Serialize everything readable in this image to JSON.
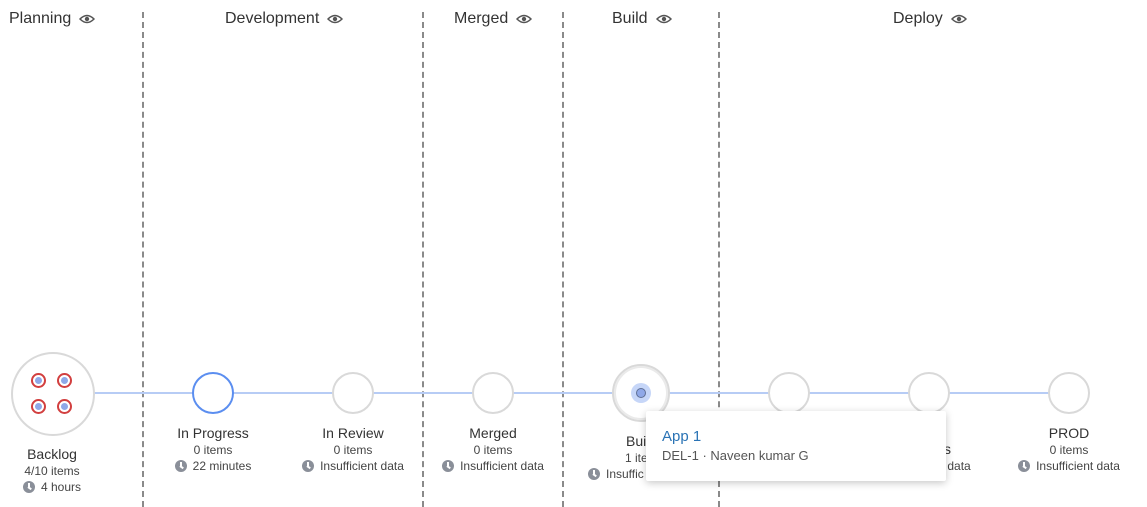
{
  "stages": [
    {
      "name": "Planning",
      "icon": "eye-icon"
    },
    {
      "name": "Development",
      "icon": "eye-icon"
    },
    {
      "name": "Merged",
      "icon": "eye-icon"
    },
    {
      "name": "Build",
      "icon": "eye-icon"
    },
    {
      "name": "Deploy",
      "icon": "eye-icon"
    }
  ],
  "nodes": [
    {
      "name": "Backlog",
      "count": "4/10 items",
      "time": "4 hours"
    },
    {
      "name": "In Progress",
      "count": "0 items",
      "time": "22 minutes"
    },
    {
      "name": "In Review",
      "count": "0 items",
      "time": "Insufficient data"
    },
    {
      "name": "Merged",
      "count": "0 items",
      "time": "Insufficient data"
    },
    {
      "name": "Bui",
      "count": "1 ite",
      "time": "Insuffic"
    },
    {
      "name": "",
      "count": "",
      "time": ""
    },
    {
      "name": "s",
      "count": "",
      "time": "nt data"
    },
    {
      "name": "PROD",
      "count": "0 items",
      "time": "Insufficient data"
    }
  ],
  "tooltip": {
    "title": "App 1",
    "subtitle": "DEL-1 · Naveen kumar G"
  },
  "colors": {
    "line": "#b7ccf5",
    "active": "#5b8ef0",
    "link": "#2a73b5",
    "item_border": "#d23f3f"
  }
}
